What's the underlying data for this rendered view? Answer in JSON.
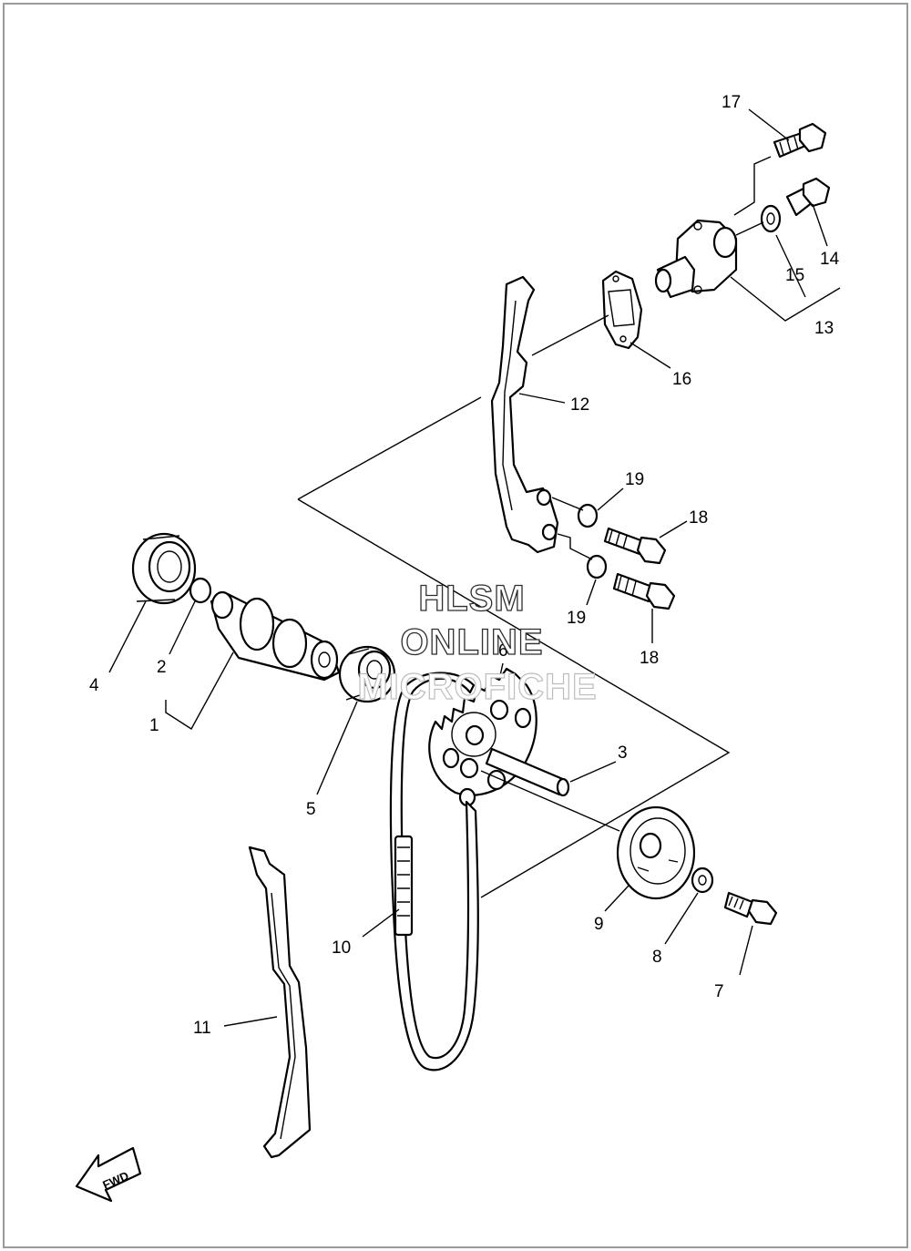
{
  "frame": {
    "border_color": "#9a9a9a",
    "background": "#ffffff"
  },
  "callouts": [
    "1",
    "2",
    "3",
    "4",
    "5",
    "6",
    "7",
    "8",
    "9",
    "10",
    "11",
    "12",
    "13",
    "14",
    "15",
    "16",
    "17",
    "18",
    "18",
    "19",
    "19"
  ],
  "watermark": {
    "line1": "HLSM",
    "line2": "ONLINE",
    "line3": "MICROFICHE"
  },
  "direction_badge": {
    "label": "FWD",
    "icon": "arrow-left-icon"
  }
}
